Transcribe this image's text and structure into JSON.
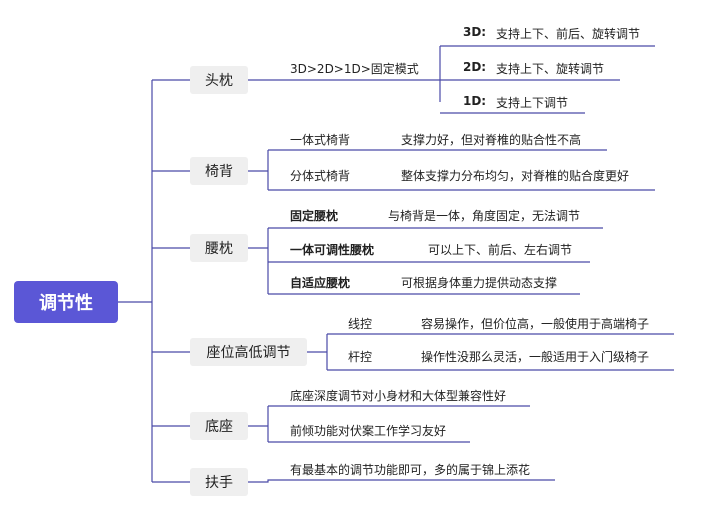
{
  "root": "调节性",
  "branches": [
    {
      "label": "头枕",
      "mode": "3D>2D>1D>固定模式",
      "items": [
        {
          "head": "3D:",
          "text": "支持上下、前后、旋转调节"
        },
        {
          "head": "2D:",
          "text": "支持上下、旋转调节"
        },
        {
          "head": "1D:",
          "text": "支持上下调节"
        }
      ]
    },
    {
      "label": "椅背",
      "items": [
        {
          "head": "一体式椅背",
          "text": "支撑力好，但对脊椎的贴合性不高"
        },
        {
          "head": "分体式椅背",
          "text": "整体支撑力分布均匀，对脊椎的贴合度更好"
        }
      ]
    },
    {
      "label": "腰枕",
      "items": [
        {
          "head": "固定腰枕",
          "text": "与椅背是一体，角度固定，无法调节"
        },
        {
          "head": "一体可调性腰枕",
          "text": "可以上下、前后、左右调节"
        },
        {
          "head": "自适应腰枕",
          "text": "可根据身体重力提供动态支撑"
        }
      ]
    },
    {
      "label": "座位高低调节",
      "items": [
        {
          "head": "线控",
          "text": "容易操作，但价位高，一般使用于高端椅子"
        },
        {
          "head": "杆控",
          "text": "操作性没那么灵活，一般适用于入门级椅子"
        }
      ]
    },
    {
      "label": "底座",
      "items": [
        {
          "text": "底座深度调节对小身材和大体型兼容性好"
        },
        {
          "text": "前倾功能对伏案工作学习友好"
        }
      ]
    },
    {
      "label": "扶手",
      "items": [
        {
          "text": "有最基本的调节功能即可，多的属于锦上添花"
        }
      ]
    }
  ],
  "colors": {
    "accent": "#5b57d6",
    "line": "#4a4aa8",
    "node_bg": "#efefef"
  }
}
